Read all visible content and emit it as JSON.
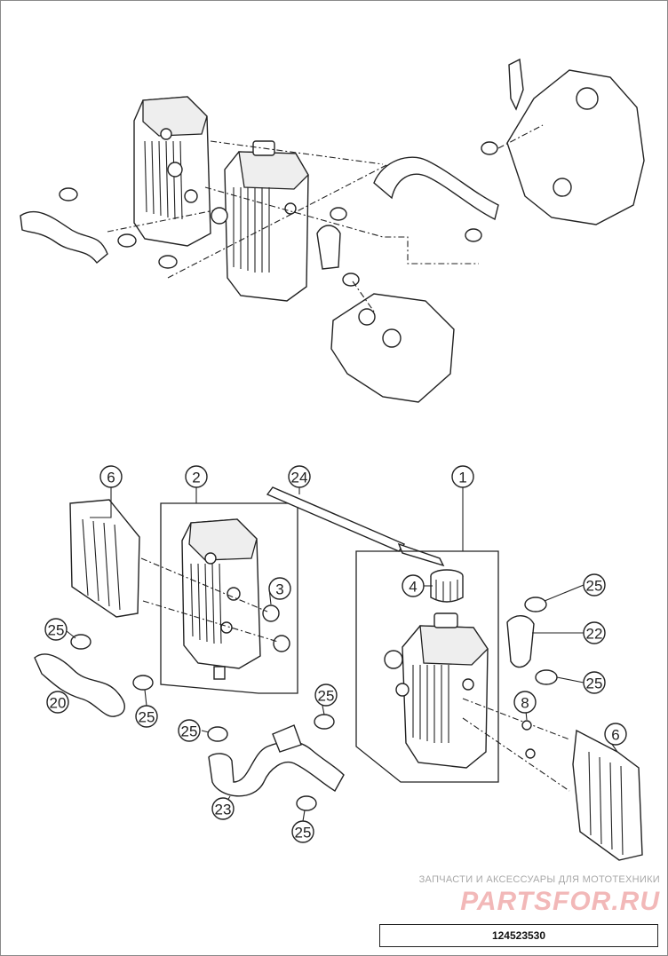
{
  "diagram": {
    "callouts": [
      {
        "id": "c-6a",
        "label": "6"
      },
      {
        "id": "c-2",
        "label": "2"
      },
      {
        "id": "c-24",
        "label": "24"
      },
      {
        "id": "c-1",
        "label": "1"
      },
      {
        "id": "c-3",
        "label": "3"
      },
      {
        "id": "c-4",
        "label": "4"
      },
      {
        "id": "c-25a",
        "label": "25"
      },
      {
        "id": "c-22",
        "label": "22"
      },
      {
        "id": "c-25b",
        "label": "25"
      },
      {
        "id": "c-8",
        "label": "8"
      },
      {
        "id": "c-6b",
        "label": "6"
      },
      {
        "id": "c-25c",
        "label": "25"
      },
      {
        "id": "c-20",
        "label": "20"
      },
      {
        "id": "c-25d",
        "label": "25"
      },
      {
        "id": "c-25e",
        "label": "25"
      },
      {
        "id": "c-25f",
        "label": "25"
      },
      {
        "id": "c-23",
        "label": "23"
      },
      {
        "id": "c-25g",
        "label": "25"
      }
    ]
  },
  "watermark": {
    "tagline": "ЗАПЧАСТИ И АКСЕССУАРЫ ДЛЯ МОТОТЕХНИКИ",
    "logo": "PARTSFOR.RU"
  },
  "doc_number": "124523530"
}
